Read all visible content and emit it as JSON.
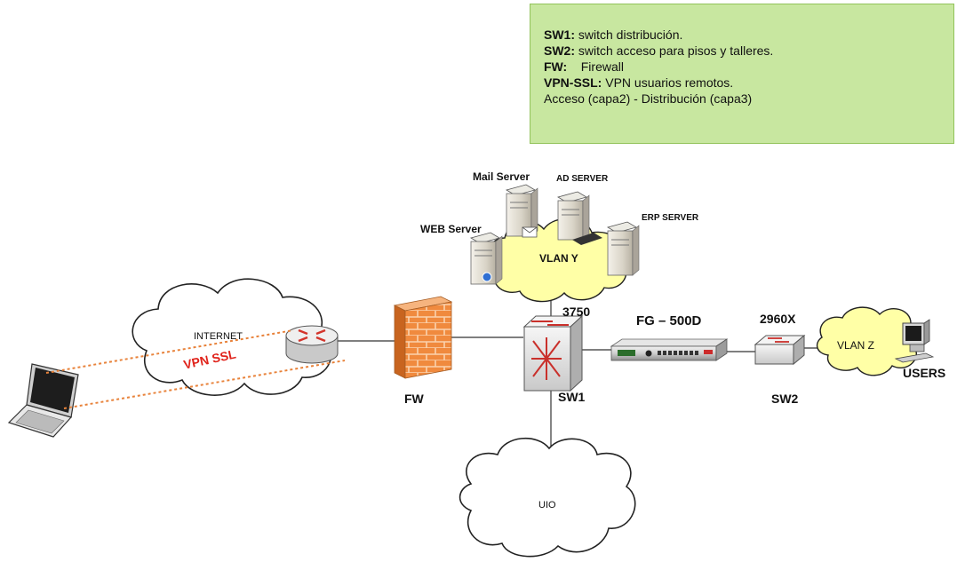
{
  "legend": {
    "items": [
      {
        "key": "SW1:",
        "text": " switch distribución."
      },
      {
        "key": "SW2:",
        "text": " switch acceso para pisos y talleres."
      },
      {
        "key": "FW:",
        "text": "    Firewall"
      },
      {
        "key": "VPN-SSL:",
        "text": " VPN usuarios remotos."
      },
      {
        "key": "",
        "text": "Acceso (capa2) - Distribución (capa3)"
      }
    ]
  },
  "nodes": {
    "mail_server": "Mail Server",
    "ad_server": "AD SERVER",
    "erp_server": "ERP SERVER",
    "web_server": "WEB Server",
    "vlan_y": "VLAN Y",
    "internet": "INTERNET",
    "vpn_ssl": "VPN SSL",
    "fw": "FW",
    "sw1_model": "3750",
    "sw1": "SW1",
    "fortigate": "FG – 500D",
    "sw2_model": "2960X",
    "sw2": "SW2",
    "vlan_z": "VLAN Z",
    "users": "USERS",
    "uio": "UIO"
  },
  "colors": {
    "legend_bg": "#c8e7a0",
    "vlan_cloud": "#ffffa6",
    "vpn_text": "#e0231b",
    "vpn_tunnel": "#e8823a",
    "firewall": "#ee7a32"
  }
}
